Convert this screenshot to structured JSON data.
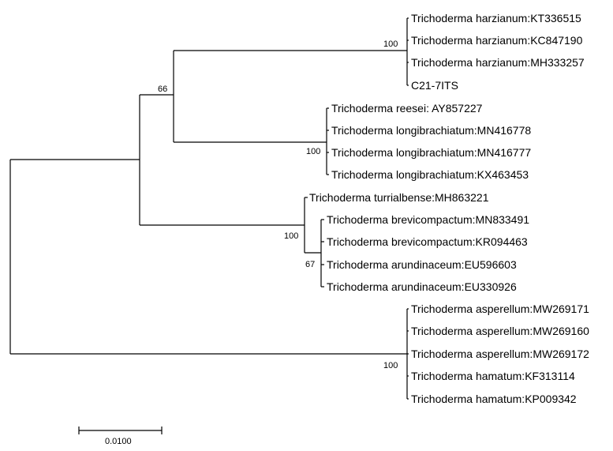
{
  "tree": {
    "leaves": [
      "Trichoderma harzianum:KT336515",
      "Trichoderma harzianum:KC847190",
      "Trichoderma harzianum:MH333257",
      "C21-7ITS",
      "Trichoderma reesei: AY857227",
      "Trichoderma longibrachiatum:MN416778",
      "Trichoderma longibrachiatum:MN416777",
      "Trichoderma longibrachiatum:KX463453",
      "Trichoderma turrialbense:MH863221",
      "Trichoderma brevicompactum:MN833491",
      "Trichoderma brevicompactum:KR094463",
      "Trichoderma arundinaceum:EU596603",
      "Trichoderma arundinaceum:EU330926",
      "Trichoderma asperellum:MW269171",
      "Trichoderma asperellum:MW269160",
      "Trichoderma asperellum:MW269172",
      "Trichoderma hamatum:KF313114",
      "Trichoderma hamatum:KP009342"
    ],
    "support_values": {
      "harzianum_clade": "100",
      "harzianum_longibrachiatum": "66",
      "longibrachiatum_clade": "100",
      "turrialbense_clade": "100",
      "brevicompactum_arundinaceum": "67",
      "asperellum_hamatum_clade": "100"
    },
    "scale_bar_label": "0.0100"
  }
}
